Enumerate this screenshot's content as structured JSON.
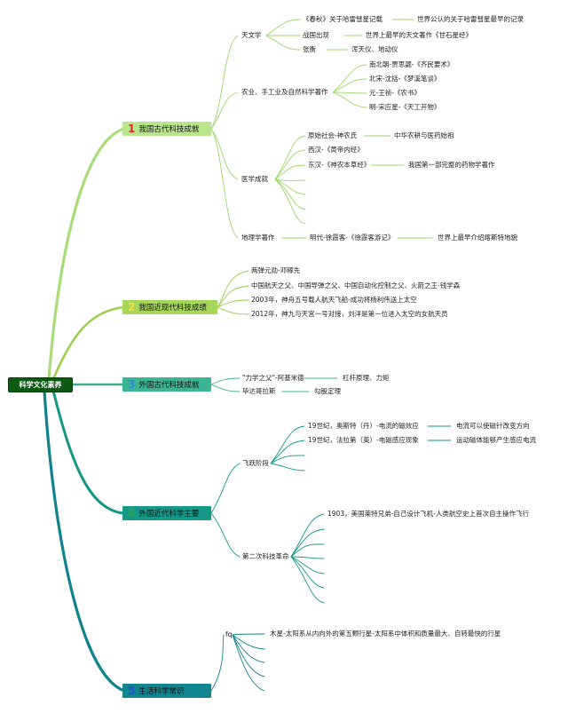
{
  "root": "科学文化素养",
  "colors": {
    "root": "#0a5a12",
    "b1": "#b9e58d",
    "b1num": "#e0262a",
    "b2": "#a6d65a",
    "b2num": "#f2e640",
    "b3": "#3db493",
    "b3num": "#2b8de0",
    "b4": "#169988",
    "b4num": "#28a94a",
    "b5": "#12868e",
    "b5num": "#2453c6"
  },
  "branches": [
    {
      "num": "1",
      "label": "我国古代科技成就"
    },
    {
      "num": "2",
      "label": "我国近现代科技成绩"
    },
    {
      "num": "3",
      "label": "外国古代科技成就"
    },
    {
      "num": "4",
      "label": "外国近代科学主要"
    },
    {
      "num": "5",
      "label": "生活科学常识"
    }
  ],
  "b1": {
    "astro": "天文学",
    "astro_items": [
      "《春秋》关于哈雷彗星记载",
      "战国出现",
      "张衡"
    ],
    "astro_notes": [
      "世界公认的关于哈雷彗星最早的记录",
      "世界上最早的天文著作《甘石星经》",
      "浑天仪、地动仪"
    ],
    "agri": "农业、手工业及自然科学著作",
    "agri_items": [
      "南北朝-贾思勰-《齐民要术》",
      "北宋-沈括-《梦溪笔谈》",
      "元-王祯-《农书》",
      "明-宋应星-《天工开物》"
    ],
    "med": "医学成就",
    "med_items": [
      "原始社会-神农氏",
      "西汉-《黄帝内经》",
      "东汉-《神农本草经》"
    ],
    "med_notes": [
      "中华农耕与医药始祖",
      "我国第一部完整的药物学著作"
    ],
    "geo": "地理学著作",
    "geo_item": "明代-徐霞客-《徐霞客游记》",
    "geo_note": "世界上最早介绍喀斯特地貌"
  },
  "b2": {
    "items": [
      "两弹元勋-邓稼先",
      "中国航天之父、中国导弹之父、中国自动化控制之父、火箭之王-钱学森",
      "2003年，神舟五号载人航天飞船-成功将杨利伟送上太空",
      "2012年，神九与天宫一号对接，刘洋是第一位进入太空的女航天员"
    ]
  },
  "b3": {
    "items": [
      "\"力学之父\"-阿基米德",
      "毕达哥拉斯"
    ],
    "notes": [
      "杠杆原理、力矩",
      "勾股定理"
    ]
  },
  "b4": {
    "leap": "飞跃阶段",
    "leap_items": [
      "19世纪，奥斯特（丹）-电流的磁效应",
      "19世纪，法拉第（英）-电磁感应现象"
    ],
    "leap_notes": [
      "电流可以使磁针改变方向",
      "运动磁体能够产生感应电流"
    ],
    "rev": "第二次科技革命",
    "rev_item": "1903，美国莱特兄弟-自己设计飞机-人类航空史上首次自主操作飞行"
  },
  "b5": {
    "fq": "fq",
    "item": "木星-太阳系从内向外的第五颗行星-太阳系中体积和质量最大、自转最快的行星"
  }
}
